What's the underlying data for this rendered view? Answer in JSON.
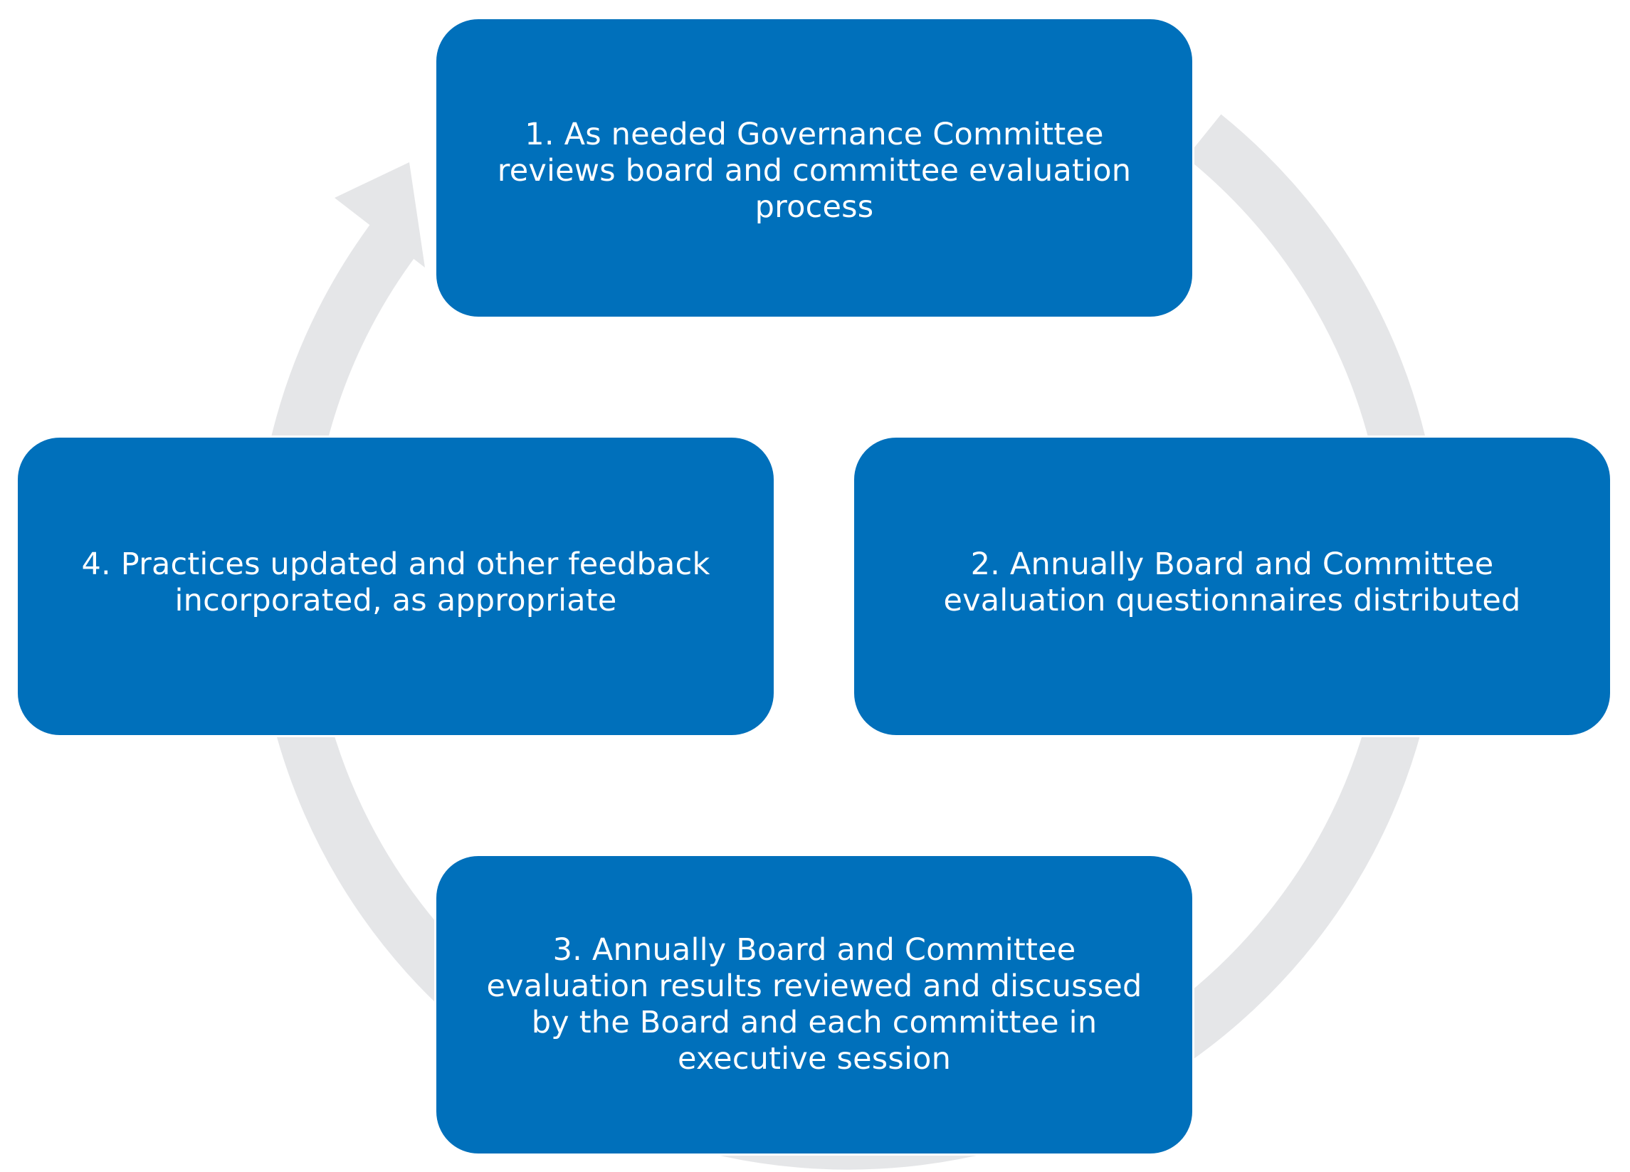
{
  "colors": {
    "box_fill": "#0070bb",
    "box_text": "#ffffff",
    "ring": "#e5e6e8"
  },
  "steps": [
    {
      "text": "1. As needed Governance Committee reviews board and committee evaluation process"
    },
    {
      "text": "2. Annually Board and Committee evaluation questionnaires distributed"
    },
    {
      "text": "3. Annually Board and Committee evaluation results reviewed and discussed by the Board and each committee in executive session"
    },
    {
      "text": "4. Practices updated and other feedback incorporated, as appropriate"
    }
  ]
}
